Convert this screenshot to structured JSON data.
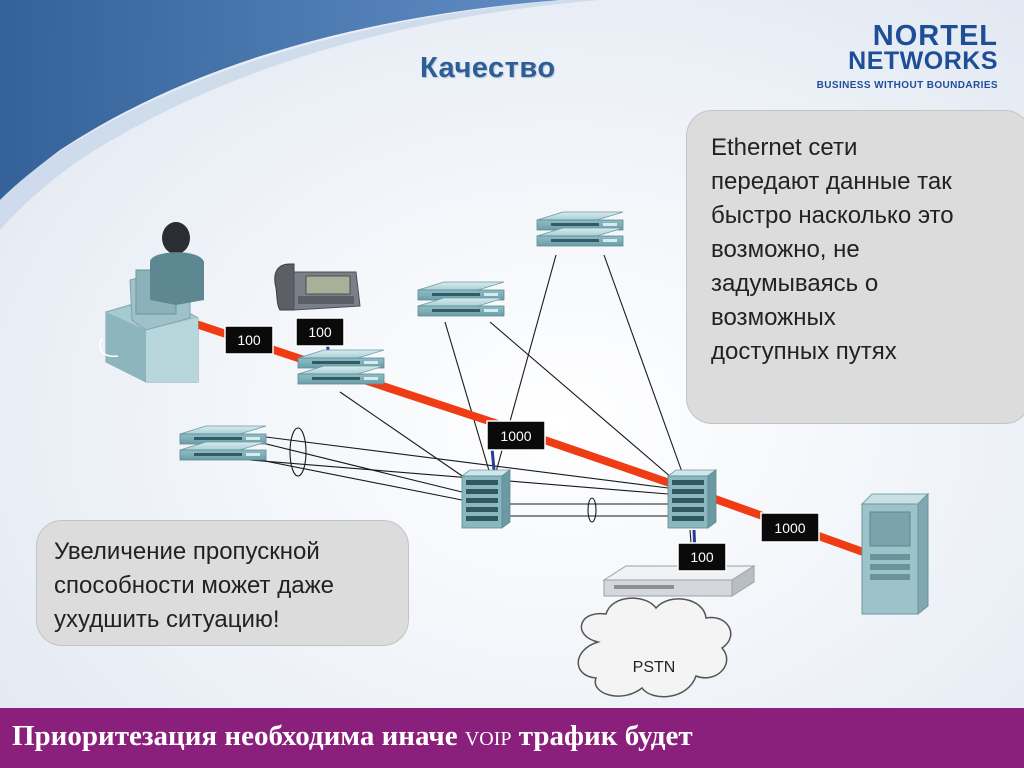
{
  "title": "Качество",
  "logo": {
    "line1": "NORTEL",
    "line2": "NETWORKS",
    "tagline": "BUSINESS WITHOUT BOUNDARIES"
  },
  "callout_right": {
    "lines": [
      "Ethernet сети",
      "передают данные так",
      "быстро насколько это",
      "возможно, не",
      "задумываясь о",
      "возможных",
      "доступных путях"
    ]
  },
  "callout_left": {
    "lines": [
      "Увеличение пропускной",
      "способности может даже",
      "ухудшить ситуацию!"
    ]
  },
  "links": [
    {
      "id": "pc-link",
      "label": "100"
    },
    {
      "id": "phone-link",
      "label": "100"
    },
    {
      "id": "core-link",
      "label": "1000"
    },
    {
      "id": "server-link",
      "label": "1000"
    },
    {
      "id": "gateway-link",
      "label": "100"
    }
  ],
  "cloud_label": "PSTN",
  "footer": {
    "part1": "Приоритезация необходима иначе ",
    "part_small": "VOIP",
    "part2": " трафик будет"
  },
  "colors": {
    "title": "#2d5e96",
    "brand": "#1f4e98",
    "highlight_path": "#f03c14",
    "footer_bg": "#8a1f7c"
  }
}
